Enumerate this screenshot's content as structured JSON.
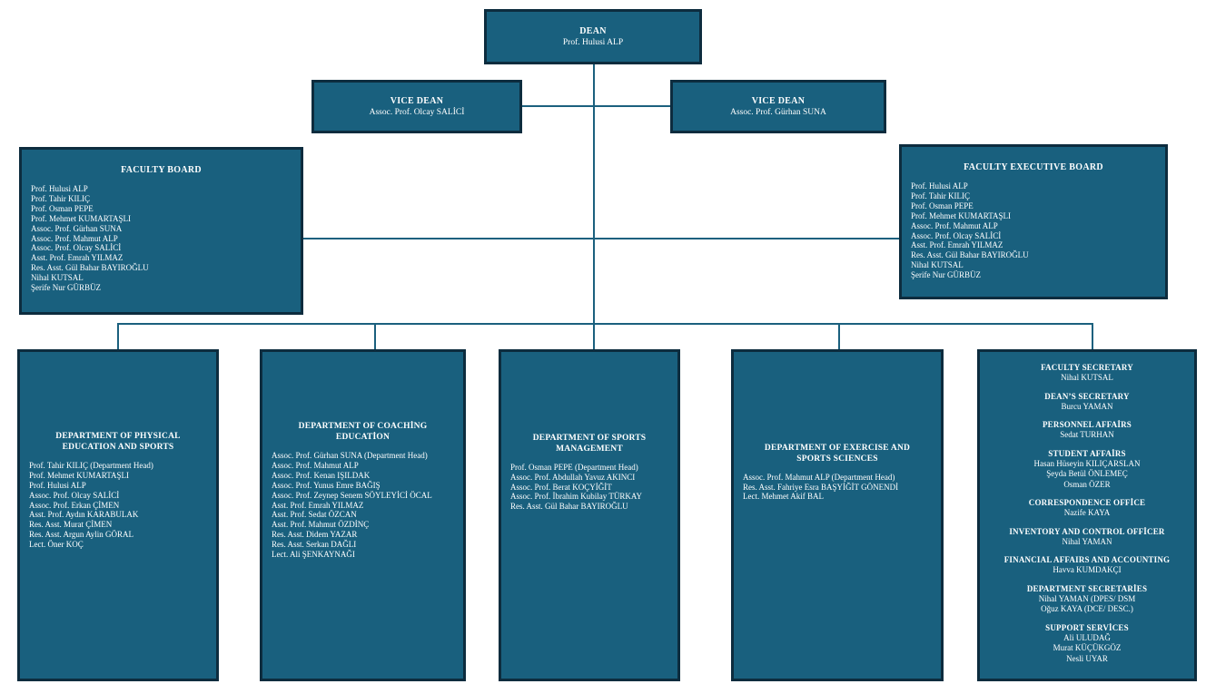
{
  "colors": {
    "box_fill": "#19607E",
    "box_border": "#0D2C3E",
    "connector_line": "#1B607E",
    "text": "#FFFFFF",
    "background": "#FFFFFF"
  },
  "org_chart": {
    "dean": {
      "title": "DEAN",
      "name": "Prof. Hulusi ALP"
    },
    "vice_dean_left": {
      "title": "VICE DEAN",
      "name": "Assoc. Prof. Olcay SALİCİ"
    },
    "vice_dean_right": {
      "title": "VICE DEAN",
      "name": "Assoc. Prof. Gürhan SUNA"
    },
    "faculty_board": {
      "title": "FACULTY BOARD",
      "members": [
        "Prof. Hulusi ALP",
        "Prof. Tahir KILIÇ",
        "Prof. Osman PEPE",
        "Prof. Mehmet KUMARTAŞLI",
        "Assoc. Prof. Gürhan SUNA",
        "Assoc. Prof. Mahmut ALP",
        "Assoc. Prof. Olcay SALİCİ",
        "Asst. Prof. Emrah YILMAZ",
        "Res. Asst. Gül Bahar BAYIROĞLU",
        "Nihal KUTSAL",
        "Şerife Nur GÜRBÜZ"
      ]
    },
    "faculty_executive_board": {
      "title": "FACULTY EXECUTIVE BOARD",
      "members": [
        "Prof. Hulusi ALP",
        "Prof. Tahir KILIÇ",
        "Prof. Osman PEPE",
        "Prof. Mehmet KUMARTAŞLI",
        "Assoc. Prof. Mahmut ALP",
        "Assoc. Prof. Olcay SALİCİ",
        "Asst. Prof. Emrah YILMAZ",
        "Res. Asst. Gül Bahar BAYIROĞLU",
        "Nihal KUTSAL",
        "Şerife Nur GÜRBÜZ"
      ]
    },
    "departments": [
      {
        "title": "DEPARTMENT OF PHYSICAL EDUCATION AND SPORTS",
        "members": [
          "Prof. Tahir KILIÇ  (Department Head)",
          "Prof. Mehmet KUMARTAŞLI",
          "Prof. Hulusi ALP",
          "Assoc. Prof. Olcay SALİCİ",
          "Assoc. Prof. Erkan ÇİMEN",
          "Asst. Prof. Aydın KARABULAK",
          "Res. Asst. Murat ÇİMEN",
          "Res. Asst. Argun Aylin GÖRAL",
          "Lect. Öner KOÇ"
        ]
      },
      {
        "title": "DEPARTMENT OF COACHİNG EDUCATİON",
        "members": [
          "Assoc. Prof. Gürhan SUNA (Department Head)",
          "Assoc. Prof. Mahmut ALP",
          "Assoc. Prof. Kenan IŞILDAK",
          "Assoc. Prof. Yunus Emre BAĞIŞ",
          "Assoc. Prof. Zeynep Senem SÖYLEYİCİ ÖCAL",
          "Asst. Prof. Emrah YILMAZ",
          "Asst. Prof. Sedat ÖZCAN",
          "Asst. Prof. Mahmut ÖZDİNÇ",
          "Res. Asst. Didem YAZAR",
          "Res. Asst. Serkan DAĞLI",
          "Lect. Ali ŞENKAYNAĞI"
        ]
      },
      {
        "title": "DEPARTMENT OF SPORTS MANAGEMENT",
        "members": [
          "Prof. Osman PEPE (Department Head)",
          "Assoc. Prof. Abdullah Yavuz AKINCI",
          "Assoc. Prof. Berat KOÇYİĞİT",
          "Assoc. Prof. İbrahim Kubilay TÜRKAY",
          "Res. Asst. Gül Bahar BAYIROĞLU"
        ]
      },
      {
        "title": "DEPARTMENT OF EXERCISE AND SPORTS SCIENCES",
        "members": [
          "Assoc. Prof. Mahmut ALP (Department Head)",
          "Res. Asst. Fahriye Esra BAŞYİĞİT GÖNENDİ",
          "Lect. Mehmet Akif BAL"
        ]
      }
    ],
    "administrative_staff": {
      "sections": [
        {
          "title": "FACULTY SECRETARY",
          "names": [
            "Nihal KUTSAL"
          ]
        },
        {
          "title": "DEAN’S SECRETARY",
          "names": [
            "Burcu YAMAN"
          ]
        },
        {
          "title": "PERSONNEL AFFAİRS",
          "names": [
            "Sedat TURHAN"
          ]
        },
        {
          "title": "STUDENT AFFAİRS",
          "names": [
            "Hasan Hüseyin KILIÇARSLAN",
            "Şeyda Betül ÖNLEMEÇ",
            "Osman ÖZER"
          ]
        },
        {
          "title": "CORRESPONDENCE OFFİCE",
          "names": [
            "Nazife KAYA"
          ]
        },
        {
          "title": "INVENTORY AND CONTROL OFFİCER",
          "names": [
            "Nihal YAMAN"
          ]
        },
        {
          "title": "FINANCIAL AFFAIRS AND ACCOUNTING",
          "names": [
            "Havva KUMDAKÇI"
          ]
        },
        {
          "title": "DEPARTMENT SECRETARİES",
          "names": [
            "Nihal YAMAN (DPES/ DSM",
            "Oğuz KAYA (DCE/ DESC.)"
          ]
        },
        {
          "title": "SUPPORT SERVİCES",
          "names": [
            "Ali ULUDAĞ",
            "Murat KÜÇÜKGÖZ",
            "Nesli UYAR"
          ]
        }
      ]
    }
  }
}
